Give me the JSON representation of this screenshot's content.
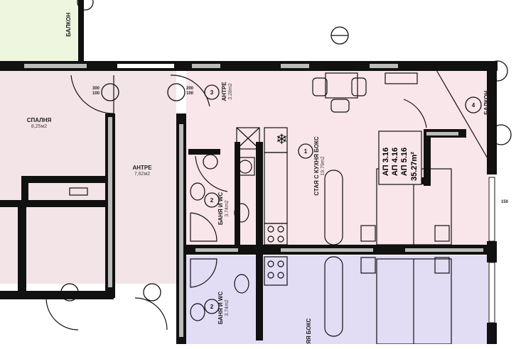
{
  "rooms": [
    {
      "id": "bedroom",
      "name": "СПАЛНЯ",
      "area": "8,25м2"
    },
    {
      "id": "hall-left",
      "name": "АНТРЕ",
      "area": "7,62м2"
    },
    {
      "id": "hall",
      "number": "3",
      "name": "АНТРЕ",
      "area": "3.28m2"
    },
    {
      "id": "studio",
      "number": "1",
      "name": "СТАЯ С КУХНЯ БОКС",
      "area": "19.79m2"
    },
    {
      "id": "bath",
      "number": "2",
      "name": "БАНЯ И WC",
      "area": "3.74m2"
    },
    {
      "id": "balcony",
      "number": "4",
      "name": "БАЛКОН"
    },
    {
      "id": "bath-lower",
      "number": "2",
      "name": "БАНЯ И WC",
      "area": "3.74m2"
    },
    {
      "id": "studio-lower",
      "name": "ЯЯ БОКС"
    },
    {
      "id": "balcony-top",
      "name": "БАЛКОН"
    }
  ],
  "apartment_tag": {
    "lines": [
      "АП 3.16",
      "АП 4.16",
      "АП 5.16"
    ],
    "area": "35.27m²"
  },
  "door_marks": [
    "300",
    "100",
    "200",
    "150"
  ],
  "colors": {
    "pink": "#f7e6ea",
    "lavender": "#e3dcf5",
    "green": "#eef6df",
    "wall": "#111111",
    "wallfill": "#b8b8b8"
  }
}
